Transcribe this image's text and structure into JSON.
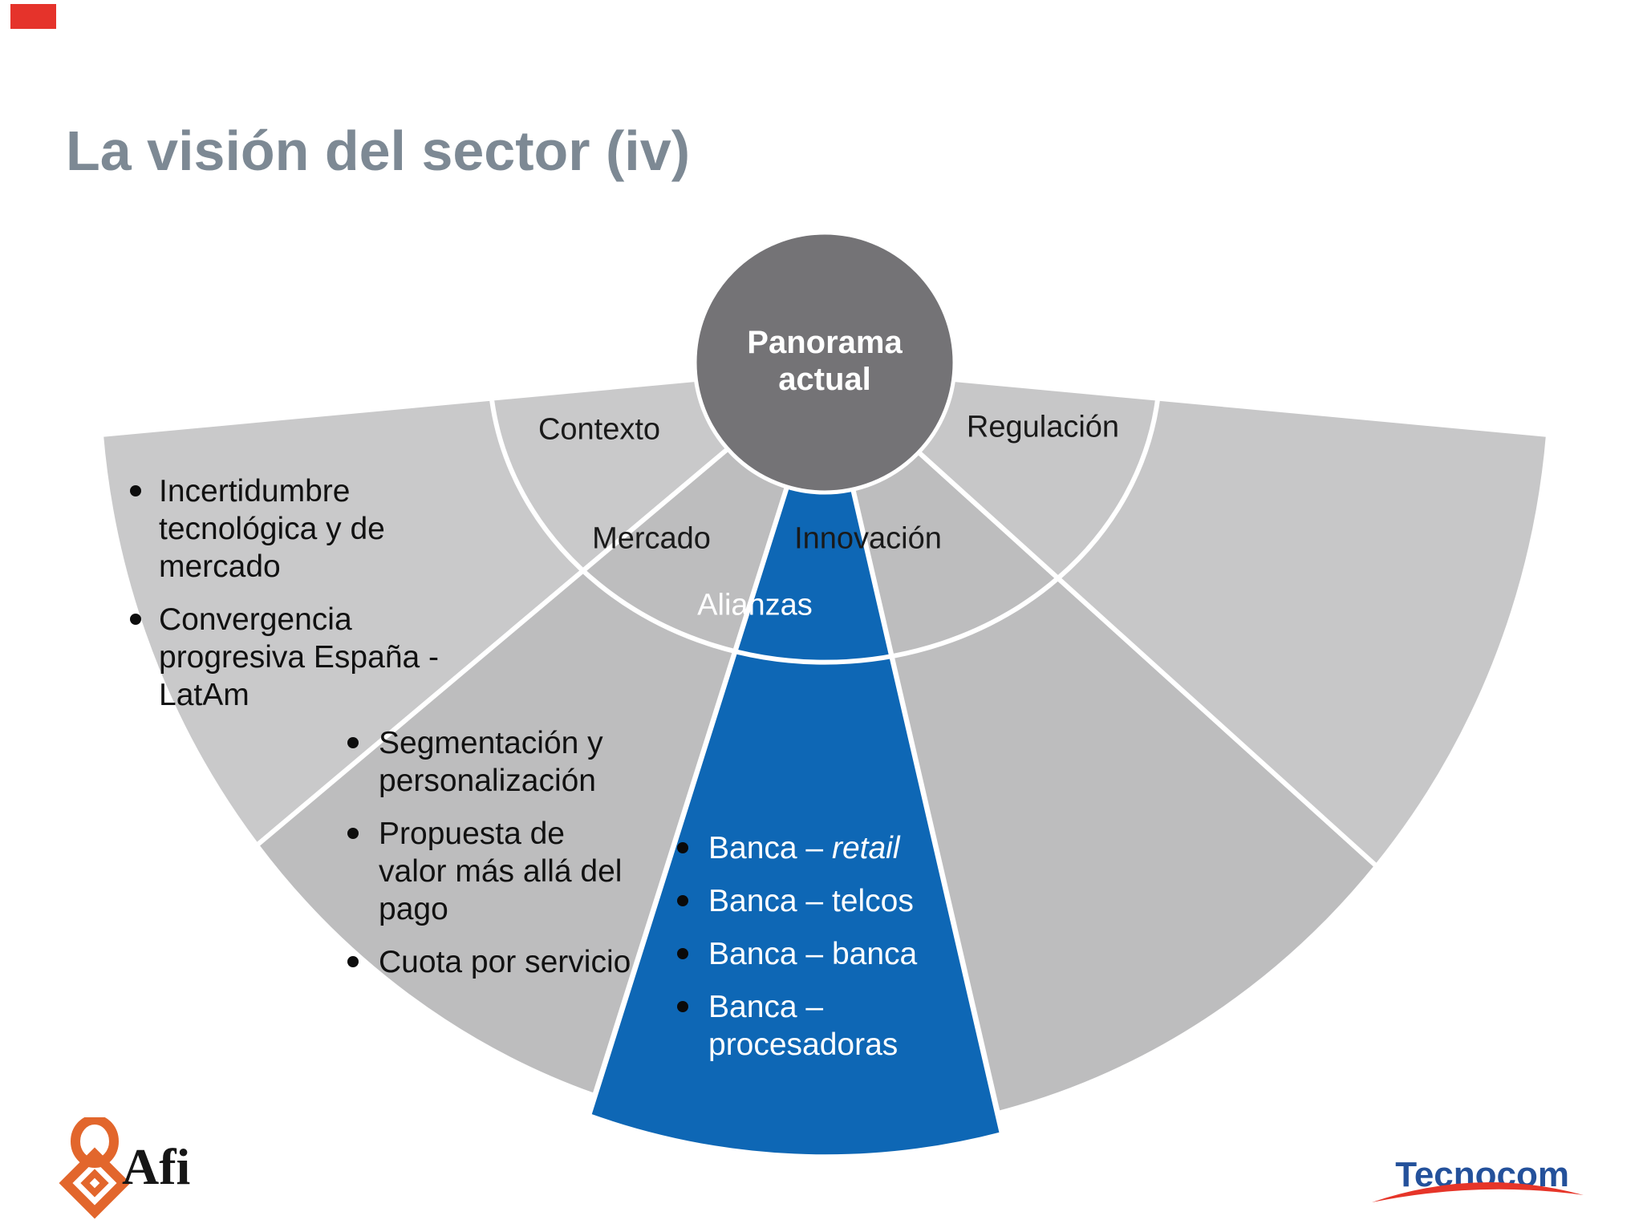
{
  "slide_title": "La visión del sector (iv)",
  "diagram": {
    "center": {
      "label": "Panorama actual"
    },
    "sectors": [
      {
        "id": "contexto",
        "label": "Contexto",
        "bullets": [
          "Incertidumbre\ntecnológica y de\nmercado",
          "Convergencia\nprogresiva España -\nLatAm"
        ]
      },
      {
        "id": "mercado",
        "label": "Mercado",
        "bullets": [
          "Segmentación y\npersonalización",
          "Propuesta de\nvalor más allá del\npago",
          "Cuota por servicio"
        ]
      },
      {
        "id": "alianzas",
        "label": "Alianzas",
        "highlighted": true,
        "bullets": [
          {
            "text": "Banca – ",
            "italic": "retail"
          },
          {
            "text": "Banca – telcos",
            "italic": ""
          },
          {
            "text": "Banca – banca",
            "italic": ""
          },
          {
            "text": "Banca –\nprocesadoras",
            "italic": ""
          }
        ]
      },
      {
        "id": "innovacion",
        "label": "Innovación",
        "bullets": []
      },
      {
        "id": "regulacion",
        "label": "Regulación",
        "bullets": []
      }
    ]
  },
  "footer": {
    "afi": "Afi",
    "tecnocom": "Tecnocom"
  },
  "colors": {
    "highlight_blue": "#0e67b5",
    "circle_gray": "#747376",
    "sector_gray_light": "#c9c9ca",
    "sector_gray_dark": "#bdbdbe",
    "title_gray": "#7d8994",
    "afi_orange": "#e2662c",
    "tecnocom_blue": "#24519b",
    "tecnocom_red": "#e63529",
    "corner_red": "#e5332b"
  }
}
